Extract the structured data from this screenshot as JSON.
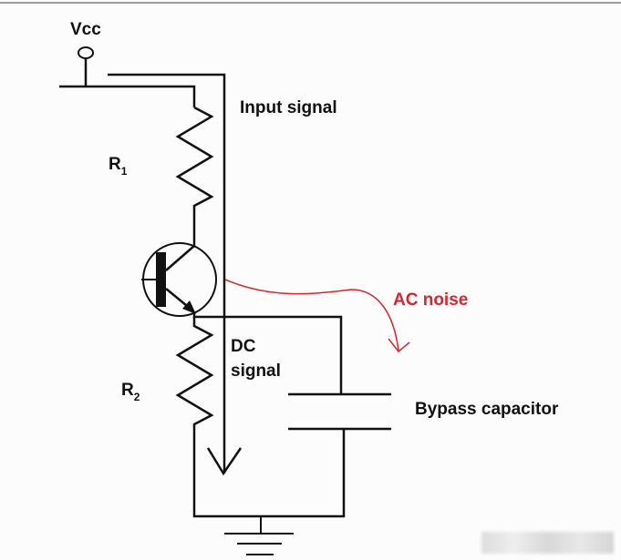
{
  "labels": {
    "vcc": "Vcc",
    "r1": "R",
    "r1_sub": "1",
    "r2": "R",
    "r2_sub": "2",
    "input_signal": "Input signal",
    "ac_noise": "AC noise",
    "dc_signal_line1": "DC",
    "dc_signal_line2": "signal",
    "bypass_capacitor": "Bypass capacitor"
  },
  "colors": {
    "wire": "#111111",
    "ac_noise": "#d9262c"
  }
}
